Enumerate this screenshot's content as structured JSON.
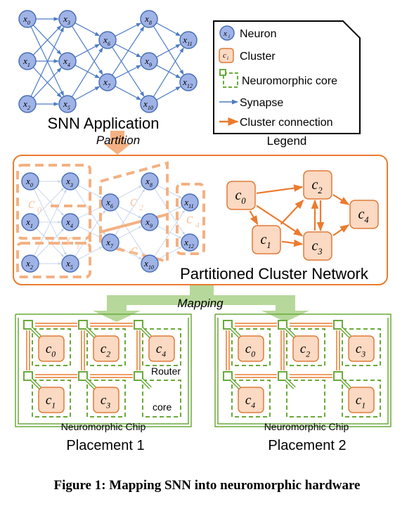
{
  "application": {
    "title": "SNN Application",
    "neurons": [
      {
        "id": "x0",
        "label": "x",
        "sub": "0"
      },
      {
        "id": "x1",
        "label": "x",
        "sub": "1"
      },
      {
        "id": "x2",
        "label": "x",
        "sub": "2"
      },
      {
        "id": "x3",
        "label": "x",
        "sub": "3"
      },
      {
        "id": "x4",
        "label": "x",
        "sub": "4"
      },
      {
        "id": "x5",
        "label": "x",
        "sub": "5"
      },
      {
        "id": "x6",
        "label": "x",
        "sub": "6"
      },
      {
        "id": "x7",
        "label": "x",
        "sub": "7"
      },
      {
        "id": "x8",
        "label": "x",
        "sub": "8"
      },
      {
        "id": "x9",
        "label": "x",
        "sub": "9"
      },
      {
        "id": "x10",
        "label": "x",
        "sub": "10"
      },
      {
        "id": "x11",
        "label": "x",
        "sub": "11"
      },
      {
        "id": "x12",
        "label": "x",
        "sub": "12"
      }
    ]
  },
  "legend": {
    "title": "Legend",
    "items": [
      {
        "key": "neuron",
        "label": "Neuron",
        "symbol": "x",
        "sub": "i"
      },
      {
        "key": "cluster",
        "label": "Cluster",
        "symbol": "c",
        "sub": "i"
      },
      {
        "key": "core",
        "label": "Neuromorphic core"
      },
      {
        "key": "synapse",
        "label": "Synapse"
      },
      {
        "key": "cluster_connection",
        "label": "Cluster connection"
      }
    ]
  },
  "partition_label": "Partition",
  "partitioned": {
    "title": "Partitioned Cluster Network",
    "faded_clusters": [
      {
        "label": "c",
        "sub": "0"
      },
      {
        "label": "c",
        "sub": "1"
      },
      {
        "label": "c",
        "sub": "2"
      },
      {
        "label": "c",
        "sub": "3"
      },
      {
        "label": "c",
        "sub": "4"
      }
    ],
    "clusters": [
      {
        "id": "c0",
        "label": "c",
        "sub": "0"
      },
      {
        "id": "c1",
        "label": "c",
        "sub": "1"
      },
      {
        "id": "c2",
        "label": "c",
        "sub": "2"
      },
      {
        "id": "c3",
        "label": "c",
        "sub": "3"
      },
      {
        "id": "c4",
        "label": "c",
        "sub": "4"
      }
    ]
  },
  "mapping_label": "Mapping",
  "placements": [
    {
      "title": "Placement 1",
      "chip_label": "Neuromorphic Chip",
      "router_label": "Router",
      "core_label": "core",
      "clusters": [
        {
          "label": "c",
          "sub": "0"
        },
        {
          "label": "c",
          "sub": "2"
        },
        {
          "label": "c",
          "sub": "4"
        },
        {
          "label": "c",
          "sub": "1"
        },
        {
          "label": "c",
          "sub": "3"
        }
      ]
    },
    {
      "title": "Placement 2",
      "chip_label": "Neuromorphic Chip",
      "clusters": [
        {
          "label": "c",
          "sub": "0"
        },
        {
          "label": "c",
          "sub": "2"
        },
        {
          "label": "c",
          "sub": "3"
        },
        {
          "label": "c",
          "sub": "4"
        },
        {
          "label": "c",
          "sub": "1"
        }
      ]
    }
  ],
  "caption": "Figure 1: Mapping SNN into neuromorphic hardware",
  "colors": {
    "neuron_fill": "#9fb3e6",
    "neuron_stroke": "#4a6fb5",
    "synapse": "#4d7cc7",
    "cluster_fill": "#fbd9c2",
    "cluster_stroke": "#e07b39",
    "orange": "#ec7b2e",
    "core_green": "#6aaa3a",
    "mapping_green": "#b6d89a"
  }
}
